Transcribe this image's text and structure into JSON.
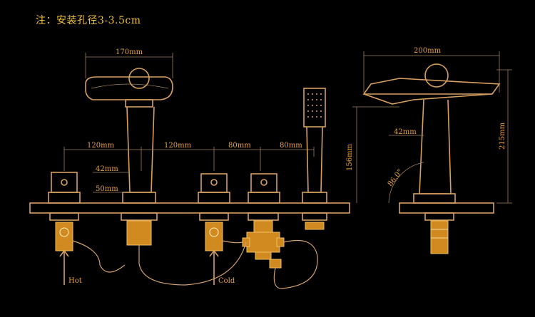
{
  "note": "注：安装孔径3-3.5cm",
  "dims": {
    "top_width": "170mm",
    "side_width": "200mm",
    "spacing_1": "120mm",
    "spacing_2": "120mm",
    "spacing_3": "80mm",
    "spacing_4": "80mm",
    "spout_dia": "42mm",
    "base_dia": "50mm",
    "side_dia": "42mm",
    "height_1": "156mm",
    "height_2": "215mm",
    "angle": "86.0°"
  },
  "labels": {
    "hot": "Hot",
    "cold": "Cold"
  },
  "colors": {
    "line": "#d8a060",
    "text": "#e8a040",
    "brass": "#d08a20",
    "note": "#f0c040"
  }
}
